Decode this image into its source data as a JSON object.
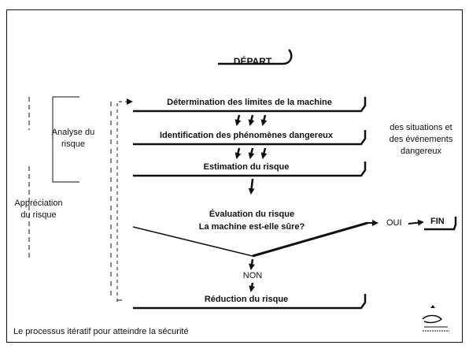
{
  "flowchart": {
    "start_label": "DÉPART",
    "steps": [
      "Détermination des limites de la machine",
      "Identification des phénomènes dangereux",
      "Estimation du risque"
    ],
    "side_note": "des situations et des événements dangereux",
    "decision": {
      "line1": "Évaluation du risque",
      "line2": "La machine est-elle sûre?"
    },
    "yes_label": "OUI",
    "end_label": "FIN",
    "no_label": "NON",
    "reduction_label": "Réduction du risque"
  },
  "brackets": {
    "analysis": "Analyse du risque",
    "appreciation": "Appréciation du risque"
  },
  "caption": "Le processus itératif pour atteindre la sécurité",
  "logo": {
    "name": "logo-icon"
  },
  "colors": {
    "ink": "#111111",
    "background": "#ffffff"
  }
}
